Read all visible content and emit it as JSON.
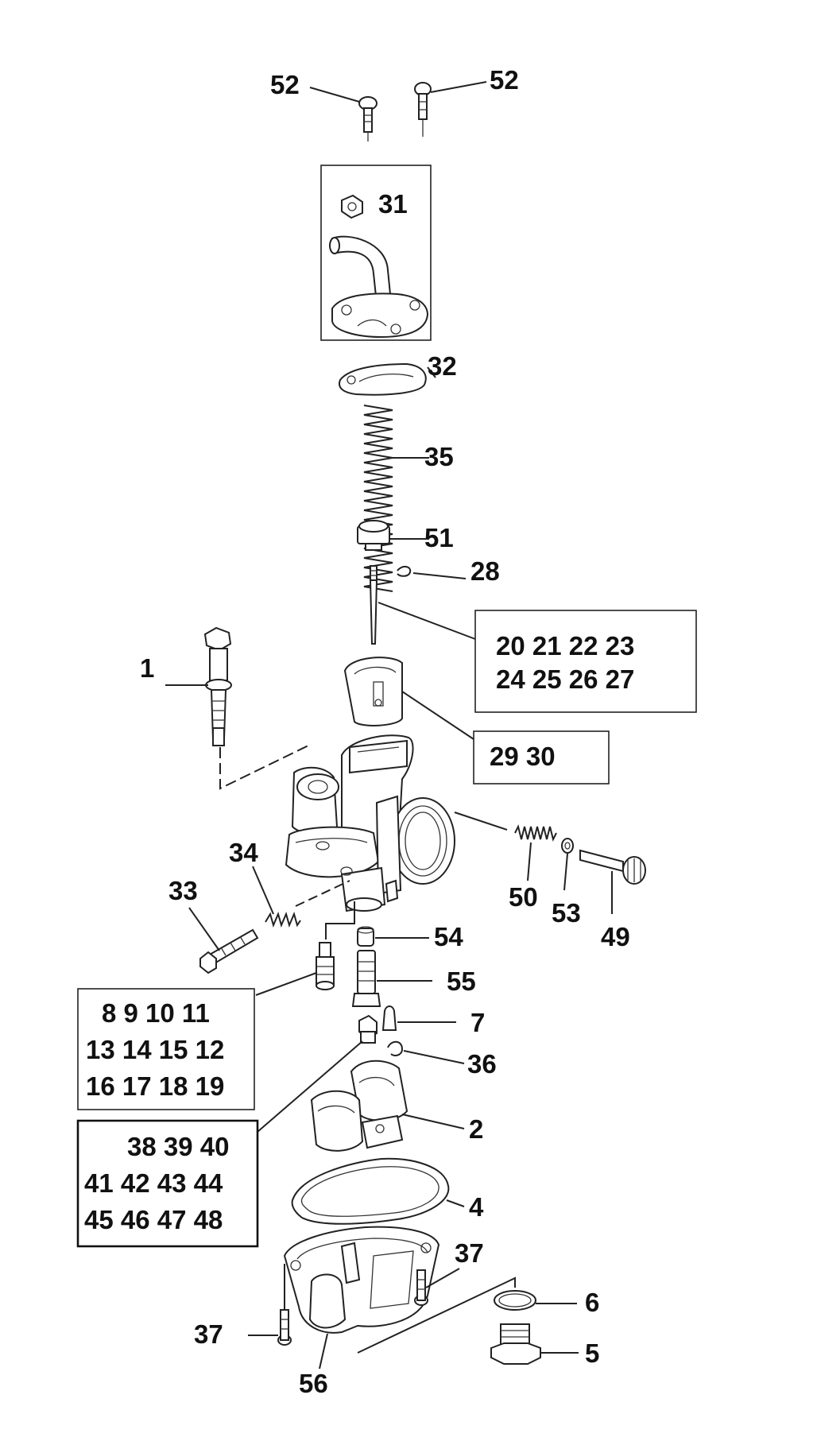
{
  "parts": {
    "p52a": "52",
    "p52b": "52",
    "p31": "31",
    "p32": "32",
    "p35": "35",
    "p51": "51",
    "p28": "28",
    "p1": "1",
    "p34": "34",
    "p33": "33",
    "p50": "50",
    "p53": "53",
    "p49": "49",
    "p54": "54",
    "p55": "55",
    "p7": "7",
    "p36": "36",
    "p2": "2",
    "p4": "4",
    "p37a": "37",
    "p37b": "37",
    "p6": "6",
    "p5": "5",
    "p56": "56"
  },
  "groups": {
    "needle": {
      "row1": "20 21 22 23",
      "row2": "24 25 26 27"
    },
    "slide": {
      "row1": "29  30"
    },
    "pilot": {
      "row1": "8 9 10 11",
      "row2": "13 14 15 12",
      "row3": "16 17 18 19"
    },
    "main": {
      "row1": "38 39 40",
      "row2": "41 42 43 44",
      "row3": "45 46 47 48"
    }
  }
}
